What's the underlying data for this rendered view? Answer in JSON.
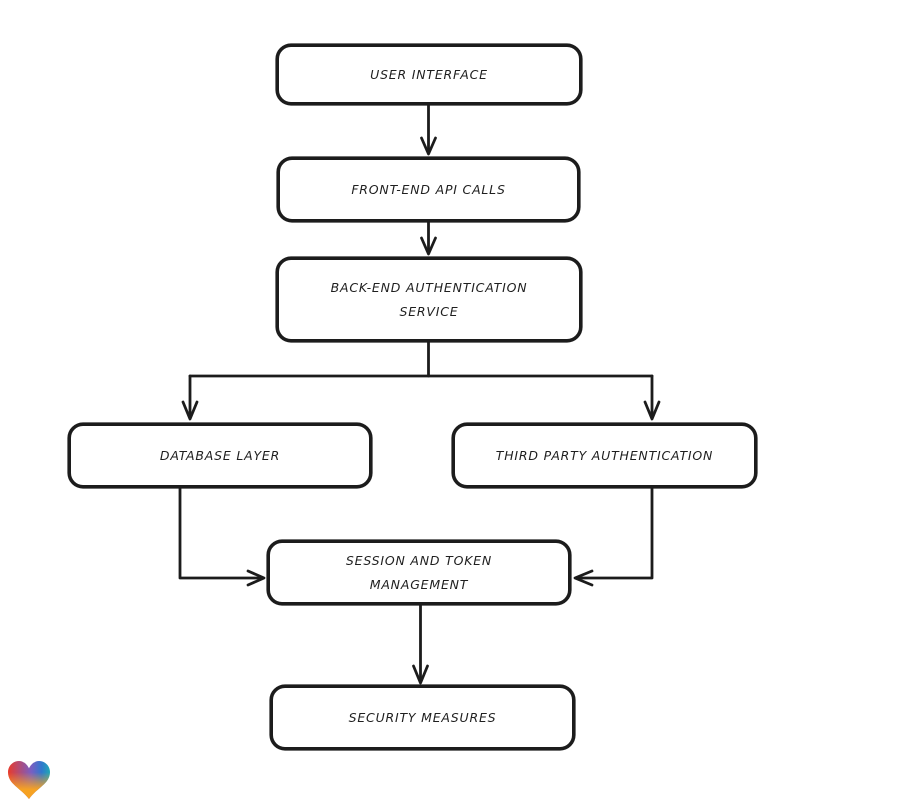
{
  "diagram": {
    "type": "flowchart",
    "background_color": "#ffffff",
    "stroke_color": "#1c1c1c",
    "node_fill_color": "#ffffff",
    "nodes": [
      {
        "id": "user-interface",
        "label": "USER INTERFACE",
        "lines": [
          "USER INTERFACE"
        ]
      },
      {
        "id": "front-end-api-calls",
        "label": "FRONT-END API CALLS",
        "lines": [
          "FRONT-END API CALLS"
        ]
      },
      {
        "id": "back-end-auth-service",
        "label": "BACK-END AUTHENTICATION SERVICE",
        "lines": [
          "BACK-END AUTHENTICATION",
          "SERVICE"
        ]
      },
      {
        "id": "database-layer",
        "label": "DATABASE LAYER",
        "lines": [
          "DATABASE LAYER"
        ]
      },
      {
        "id": "third-party-authentication",
        "label": "THIRD PARTY AUTHENTICATION",
        "lines": [
          "THIRD PARTY AUTHENTICATION"
        ]
      },
      {
        "id": "session-token-management",
        "label": "SESSION AND TOKEN MANAGEMENT",
        "lines": [
          "SESSION AND TOKEN",
          "MANAGEMENT"
        ]
      },
      {
        "id": "security-measures",
        "label": "SECURITY MEASURES",
        "lines": [
          "SECURITY MEASURES"
        ]
      }
    ],
    "edges": [
      {
        "from": "user-interface",
        "to": "front-end-api-calls"
      },
      {
        "from": "front-end-api-calls",
        "to": "back-end-auth-service"
      },
      {
        "from": "back-end-auth-service",
        "to": "database-layer"
      },
      {
        "from": "back-end-auth-service",
        "to": "third-party-authentication"
      },
      {
        "from": "database-layer",
        "to": "session-token-management"
      },
      {
        "from": "third-party-authentication",
        "to": "session-token-management"
      },
      {
        "from": "session-token-management",
        "to": "security-measures"
      }
    ]
  },
  "branding": {
    "icon": "heart-icon",
    "colors": {
      "red": "#e93a2b",
      "blue": "#2f78cd",
      "teal": "#1fa8b5",
      "orange": "#f6a223"
    }
  }
}
